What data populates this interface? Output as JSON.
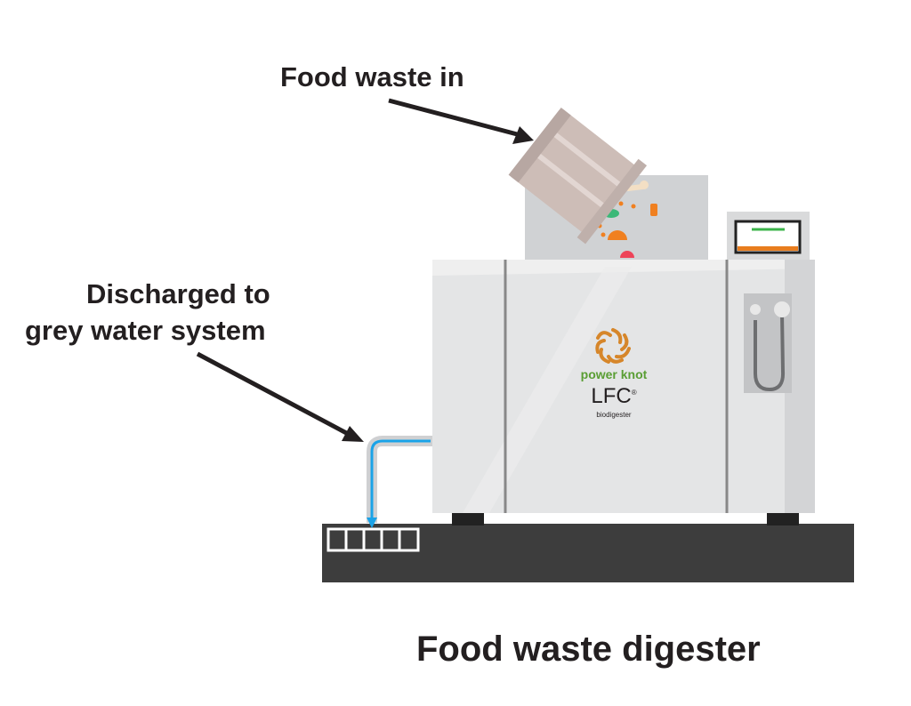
{
  "labels": {
    "food_in": "Food waste in",
    "discharged_line1": "Discharged to",
    "discharged_line2": "grey water system",
    "title": "Food waste digester"
  },
  "machine": {
    "brand": "power knot",
    "model": "LFC",
    "registered": "®",
    "subtitle": "biodigester"
  },
  "colors": {
    "pipe_water": "#1aa3e8",
    "brand_green": "#5a9e34",
    "brand_orange": "#d6862a",
    "base": "#3d3d3d"
  }
}
